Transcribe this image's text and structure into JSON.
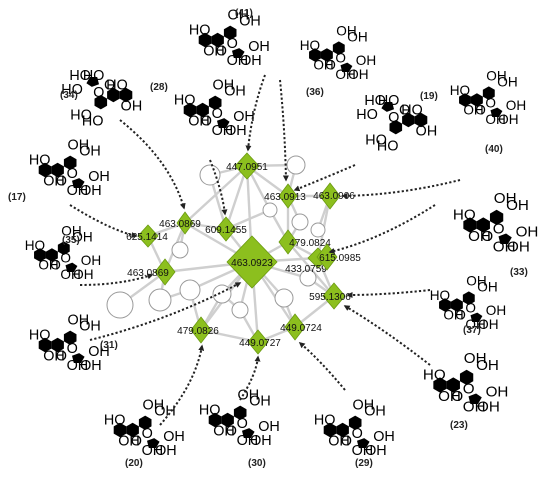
{
  "network": {
    "nodes": [
      {
        "id": "n447",
        "label": "447.0951"
      },
      {
        "id": "n463a",
        "label": "463.0913"
      },
      {
        "id": "n609",
        "label": "609.1455"
      },
      {
        "id": "n625",
        "label": "625.1414"
      },
      {
        "id": "n463b",
        "label": "463.0869"
      },
      {
        "id": "n463c",
        "label": "463.0923"
      },
      {
        "id": "n479a",
        "label": "479.0824"
      },
      {
        "id": "n463d",
        "label": "463.0906"
      },
      {
        "id": "n433",
        "label": "433.0759"
      },
      {
        "id": "n615",
        "label": "615.0985"
      },
      {
        "id": "n463e",
        "label": "463.0869"
      },
      {
        "id": "n595",
        "label": "595.1306"
      },
      {
        "id": "n479b",
        "label": "479.0826"
      },
      {
        "id": "n449a",
        "label": "449.0724"
      },
      {
        "id": "n449b",
        "label": "449.0727"
      }
    ]
  },
  "compounds": [
    {
      "id": "c41",
      "number": "(41)"
    },
    {
      "id": "c34",
      "number": "(34)"
    },
    {
      "id": "c28",
      "number": "(28)"
    },
    {
      "id": "c36",
      "number": "(36)"
    },
    {
      "id": "c19",
      "number": "(19)"
    },
    {
      "id": "c40",
      "number": "(40)"
    },
    {
      "id": "c17",
      "number": "(17)"
    },
    {
      "id": "c35",
      "number": "(35)"
    },
    {
      "id": "c33",
      "number": "(33)"
    },
    {
      "id": "c37",
      "number": "(37)"
    },
    {
      "id": "c31",
      "number": "(31)"
    },
    {
      "id": "c23",
      "number": "(23)"
    },
    {
      "id": "c20",
      "number": "(20)"
    },
    {
      "id": "c30",
      "number": "(30)"
    },
    {
      "id": "c29",
      "number": "(29)"
    }
  ],
  "colors": {
    "node_fill": "#8cbf1e",
    "edge": "#cfcfcf",
    "arrow": "#222222"
  }
}
